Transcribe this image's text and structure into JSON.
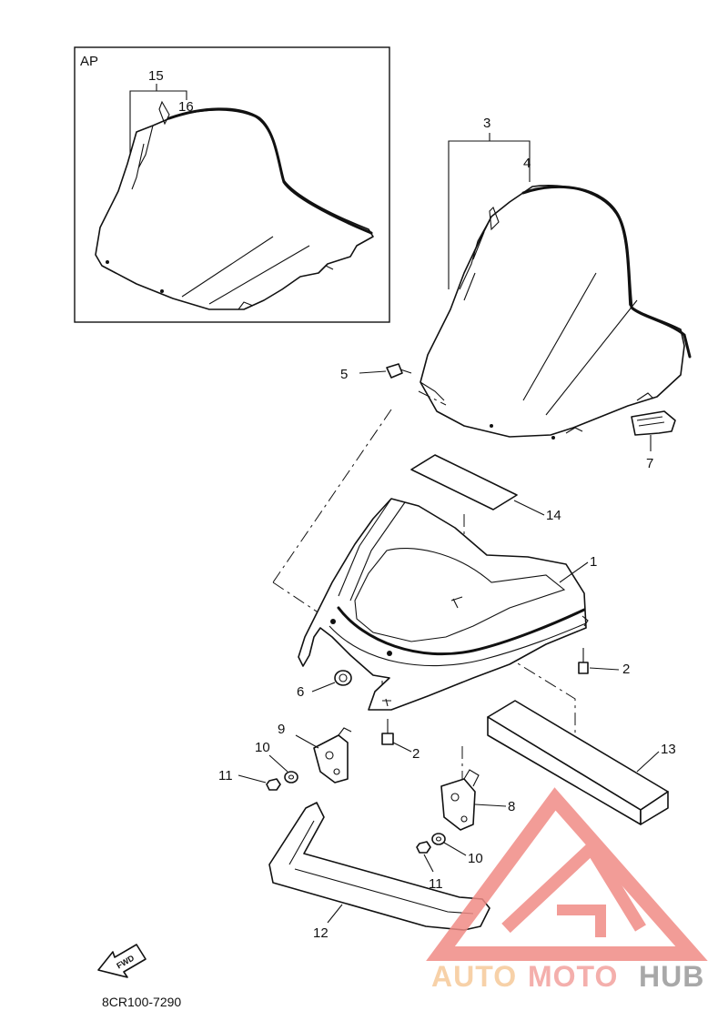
{
  "inset": {
    "label": "AP"
  },
  "callouts": [
    {
      "id": "c15",
      "text": "15"
    },
    {
      "id": "c16",
      "text": "16"
    },
    {
      "id": "c3",
      "text": "3"
    },
    {
      "id": "c4",
      "text": "4"
    },
    {
      "id": "c5",
      "text": "5"
    },
    {
      "id": "c7",
      "text": "7"
    },
    {
      "id": "c14",
      "text": "14"
    },
    {
      "id": "c1",
      "text": "1"
    },
    {
      "id": "c2a",
      "text": "2"
    },
    {
      "id": "c6",
      "text": "6"
    },
    {
      "id": "c2b",
      "text": "2"
    },
    {
      "id": "c13",
      "text": "13"
    },
    {
      "id": "c9",
      "text": "9"
    },
    {
      "id": "c10a",
      "text": "10"
    },
    {
      "id": "c11a",
      "text": "11"
    },
    {
      "id": "c8",
      "text": "8"
    },
    {
      "id": "c10b",
      "text": "10"
    },
    {
      "id": "c11b",
      "text": "11"
    },
    {
      "id": "c12",
      "text": "12"
    }
  ],
  "fwd_arrow": {
    "text": "FWD"
  },
  "diagram_code": "8CR100-7290",
  "watermark": {
    "parts": [
      "AUTO",
      "MOTO",
      "HUB"
    ],
    "colors": {
      "auto": "#f6c99a",
      "moto": "#f3a29e",
      "hub": "#9a9a9a",
      "triangle": "#f08b86"
    }
  }
}
